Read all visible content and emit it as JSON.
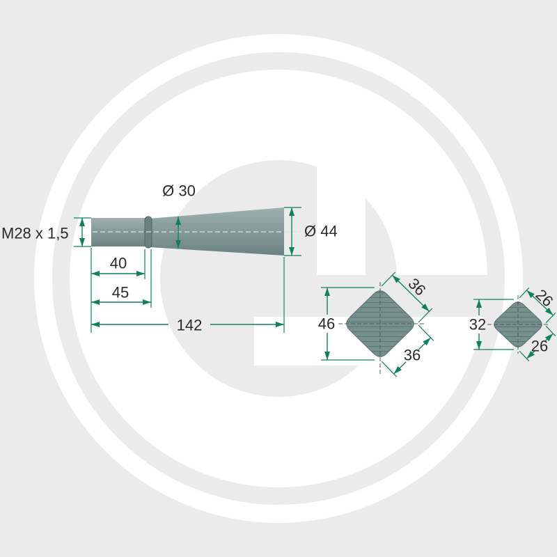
{
  "colors": {
    "dimension": "#12805f",
    "text": "#2a2a2a"
  },
  "side_view": {
    "thread_label": "M28 x 1,5",
    "diameter_small": "Ø 30",
    "diameter_large": "Ø 44",
    "length_40": "40",
    "length_45": "45",
    "length_total": "142"
  },
  "section_large": {
    "height": "46",
    "edge_top": "36",
    "edge_bottom": "36"
  },
  "section_small": {
    "height": "32",
    "edge_top": "26",
    "edge_bottom": "26"
  }
}
